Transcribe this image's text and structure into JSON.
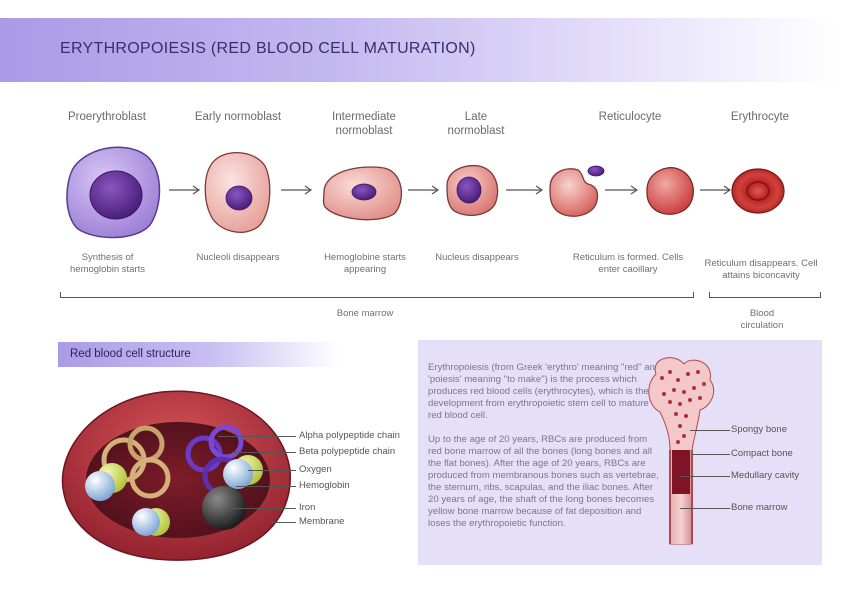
{
  "title": "ERYTHROPOIESIS (RED BLOOD CELL MATURATION)",
  "stages": [
    {
      "name": "Proerythroblast",
      "description": "Synthesis of hemoglobin starts"
    },
    {
      "name": "Early normoblast",
      "description": "Nucleoli disappears"
    },
    {
      "name": "Intermediate normoblast",
      "description": "Hemoglobine starts appearing"
    },
    {
      "name": "Late normoblast",
      "description": "Nucleus disappears"
    },
    {
      "name": "Reticulocyte",
      "description": "Reticulum is formed. Cells enter caoillary"
    },
    {
      "name": "Erythrocyte",
      "description": "Reticulum disappears. Cell attains biconcavity"
    }
  ],
  "brackets": {
    "bone_marrow": "Bone marrow",
    "blood_circulation": "Blood circulation"
  },
  "structure": {
    "title": "Red blood cell structure",
    "labels": [
      "Alpha polypeptide chain",
      "Beta polypeptide chain",
      "Oxygen",
      "Hemoglobin",
      "Iron",
      "Membrane"
    ]
  },
  "info": {
    "paragraph1": "Erythropoiesis (from Greek 'erythro' meaning \"red\" and 'poiesis' meaning \"to make\") is the process which produces red blood cells (erythrocytes), which is the development from erythropoietic stem cell to mature red blood cell.",
    "paragraph2": "Up to the age of 20 years, RBCs are produced from red bone marrow of all the bones (long bones and all the flat bones). After the age of 20 years, RBCs are produced from membranous bones such as vertebrae, the sternum, ribs, scapulas, and the iliac bones. After 20 years of age, the shaft of the long bones becomes yellow bone marrow because of fat deposition and loses the erythropoietic function."
  },
  "bone_labels": [
    "Spongy bone",
    "Compact bone",
    "Medullary cavity",
    "Bone marrow"
  ],
  "colors": {
    "accent": "#a99be6",
    "panel": "#e5e0f7",
    "nucleus": "#5a2a8c",
    "cell_red": "#c8343a"
  }
}
